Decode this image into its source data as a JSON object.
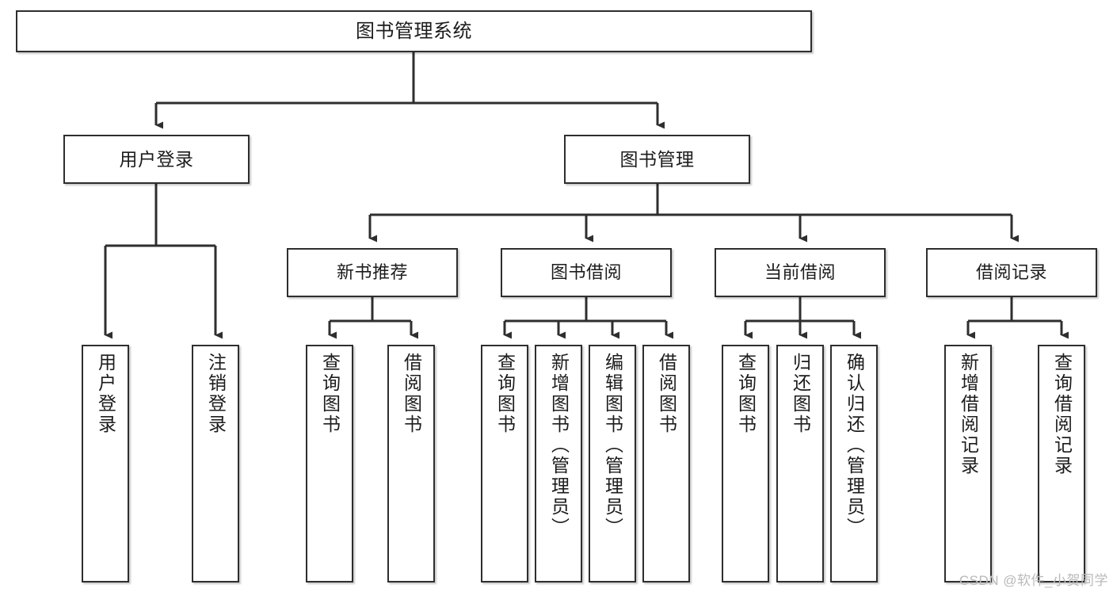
{
  "diagram": {
    "title": "图书管理系统",
    "type": "tree-hierarchy-diagram",
    "colors": {
      "box_border": "#2e2e2e",
      "box_fill": "#ffffff",
      "connector": "#2e2e2e",
      "watermark": "#b9b9b9",
      "background": "#ffffff"
    },
    "root": {
      "label": "图书管理系统"
    },
    "level2": [
      {
        "label": "用户登录"
      },
      {
        "label": "图书管理"
      }
    ],
    "level3": [
      {
        "label": "新书推荐"
      },
      {
        "label": "图书借阅"
      },
      {
        "label": "当前借阅"
      },
      {
        "label": "借阅记录"
      }
    ],
    "leaves": {
      "user_login": [
        {
          "label": "用户登录"
        },
        {
          "label": "注销登录"
        }
      ],
      "new_book_recommend": [
        {
          "label": "查询图书"
        },
        {
          "label": "借阅图书"
        }
      ],
      "book_borrow": [
        {
          "label": "查询图书"
        },
        {
          "label": "新增图书（管理员）"
        },
        {
          "label": "编辑图书（管理员）"
        },
        {
          "label": "借阅图书"
        }
      ],
      "current_borrow": [
        {
          "label": "查询图书"
        },
        {
          "label": "归还图书"
        },
        {
          "label": "确认归还（管理员）"
        }
      ],
      "borrow_record": [
        {
          "label": "新增借阅记录"
        },
        {
          "label": "查询借阅记录"
        }
      ]
    }
  },
  "watermark": {
    "text": "CSDN @软件_小贺同学"
  }
}
